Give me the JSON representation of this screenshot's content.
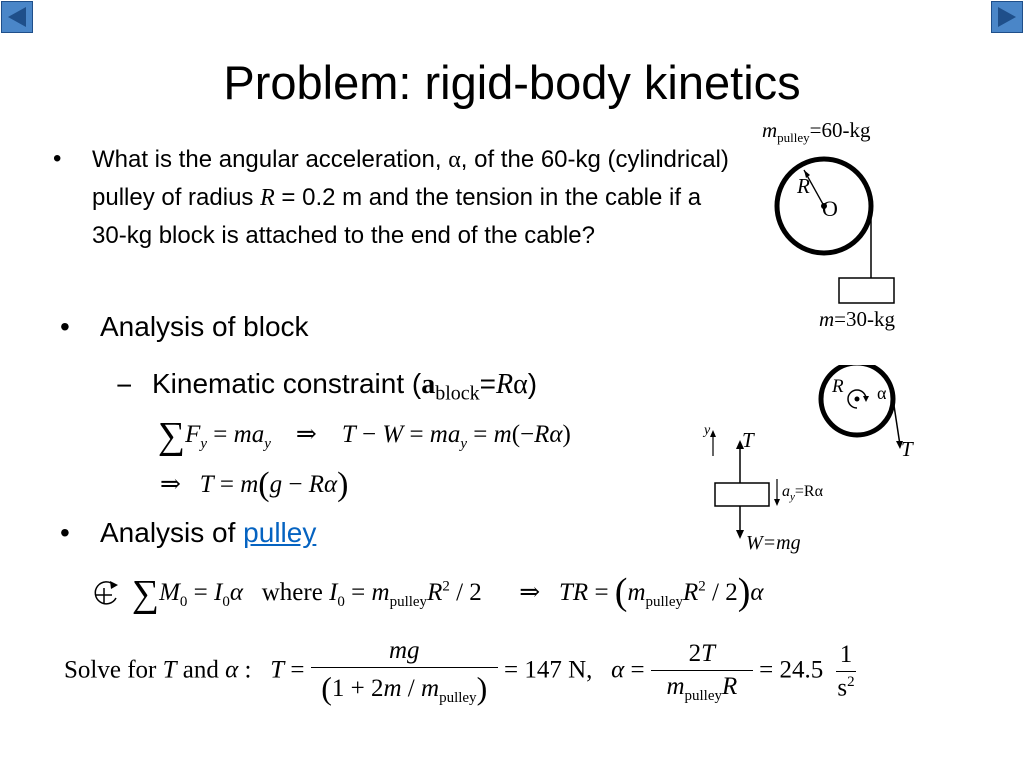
{
  "nav": {
    "prev_icon": "triangle-left",
    "next_icon": "triangle-right",
    "color": "#4a86c8"
  },
  "title": "Problem: rigid-body kinetics",
  "question": {
    "part1": "What is the angular acceleration, ",
    "alpha": "α",
    "part2": ", of the 60-kg (cylindrical) pulley of radius ",
    "R": "R",
    "part3": " = 0.2 m and the tension in the cable if a 30-kg block is attached to the end of the cable?"
  },
  "block_analysis": {
    "label": "Analysis of block",
    "constraint_prefix": "Kinematic constraint (",
    "constraint_a": "a",
    "constraint_sub": "block",
    "constraint_eq": "=",
    "constraint_R": "R",
    "constraint_alpha": "α",
    "constraint_suffix": ")"
  },
  "pulley_analysis": {
    "label": "Analysis of ",
    "link": "pulley"
  },
  "solve": {
    "label": "Solve for",
    "and": "and",
    "result_T": "147 N,",
    "result_alpha": "24.5"
  },
  "figure1": {
    "mass_pulley": "=60-kg",
    "m_sym": "m",
    "pulley_sub": "pulley",
    "R": "R",
    "O": "O",
    "mass_block": "=30-kg"
  },
  "figure2": {
    "R": "R",
    "alpha": "α",
    "T_right": "T",
    "y": "y",
    "T": "T",
    "ay_label": "=Rα",
    "a": "a",
    "y_sub": "y",
    "W": "W=mg"
  }
}
